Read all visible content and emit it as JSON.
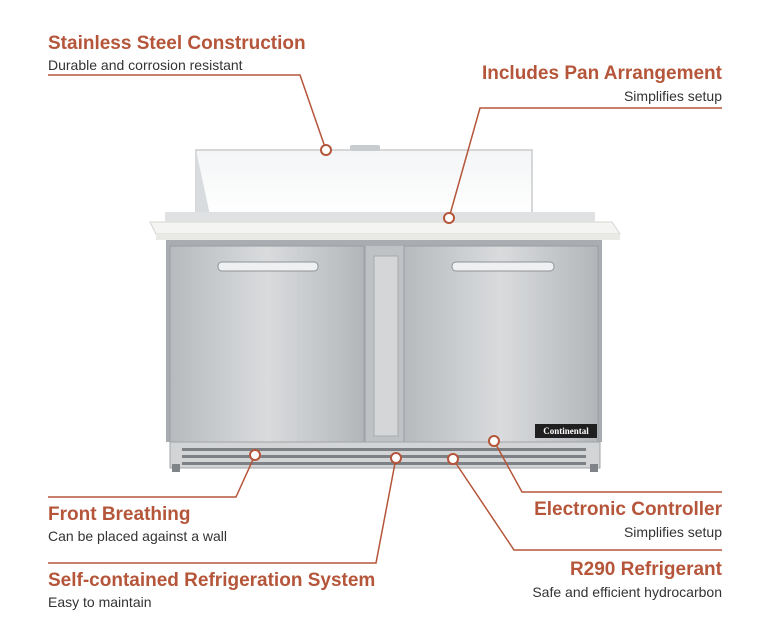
{
  "colors": {
    "accent": "#b5553a",
    "line": "#b5553a",
    "steel": "#c4c7ca",
    "text": "#333333"
  },
  "product": {
    "brand_badge": "Continental"
  },
  "callouts": {
    "stainless": {
      "title": "Stainless Steel Construction",
      "subtitle": "Durable and corrosion resistant"
    },
    "pan": {
      "title": "Includes Pan Arrangement",
      "subtitle": "Simplifies setup"
    },
    "front_breathing": {
      "title": "Front Breathing",
      "subtitle": "Can be placed against a wall"
    },
    "self_contained": {
      "title": "Self-contained Refrigeration System",
      "subtitle": "Easy to maintain"
    },
    "controller": {
      "title": "Electronic Controller",
      "subtitle": "Simplifies setup"
    },
    "refrigerant": {
      "title": "R290 Refrigerant",
      "subtitle": "Safe and efficient hydrocarbon"
    }
  }
}
